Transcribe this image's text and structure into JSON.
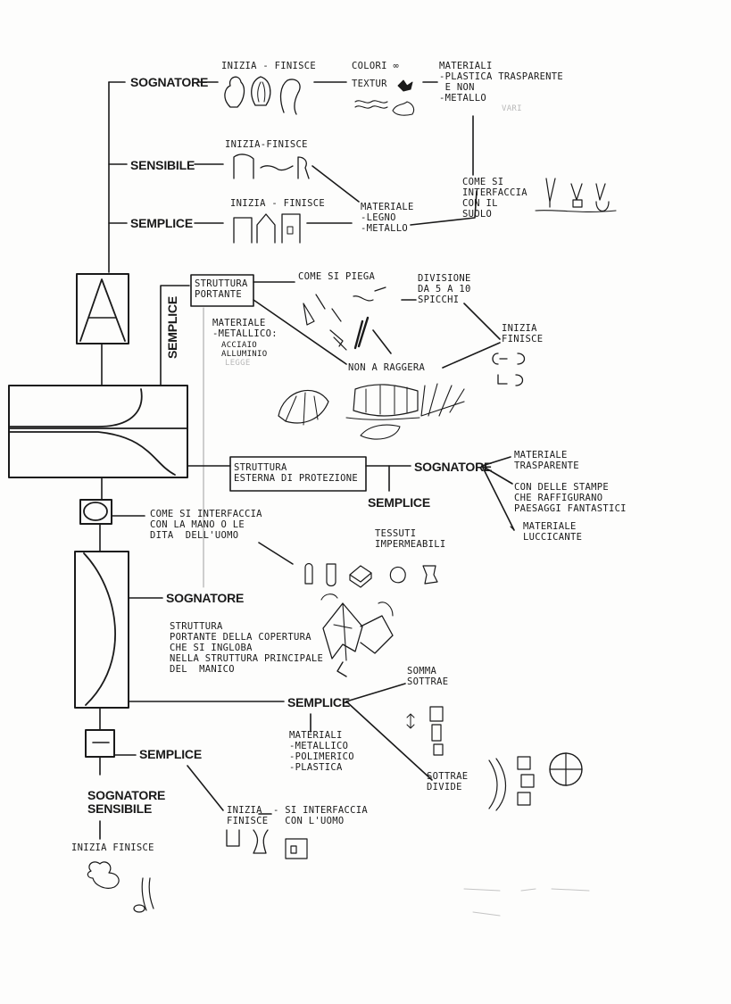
{
  "top_branch": {
    "sognatore": "SOGNATORE",
    "sognatore_inizia": "INIZIA - FINISCE",
    "colori": "COLORI ∞",
    "textur": "TEXTUR",
    "materiali": "MATERIALI\n-PLASTICA TRASPARENTE\n E NON\n-METALLO",
    "materiali_faint": "VARI",
    "sensibile": "SENSIBILE",
    "sensibile_inizia": "INIZIA-FINISCE",
    "semplice": "SEMPLICE",
    "semplice_inizia": "INIZIA - FINISCE",
    "materiale_legno": "MATERIALE\n-LEGNO\n-METALLO",
    "come_si_interfaccia_suolo": "COME SI\nINTERFACCIA\nCON IL\nSUOLO"
  },
  "canopy_branch": {
    "semplice_vertical": "SEMPLICE",
    "struttura_portante": "STRUTTURA\nPORTANTE",
    "come_si_piega": "COME SI PIEGA",
    "divisione": "DIVISIONE\nDA 5 A 10\nSPICCHI",
    "materiale_metallico": "MATERIALE\n-METALLICO:",
    "acciaio_alluminio": "ACCIAIO\nALLUMINIO",
    "faint_note": "LEGGE",
    "inizia_finisce": "INIZIA\nFINISCE",
    "non_a_raggera": "NON A RAGGERA"
  },
  "protection_branch": {
    "struttura_esterna": "STRUTTURA\nESTERNA DI PROTEZIONE",
    "sognatore": "SOGNATORE",
    "materiale_trasparente": "MATERIALE\nTRASPARENTE",
    "con_delle_stampe": "CON DELLE STAMPE\nCHE RAFFIGURANO\nPAESAGGI FANTASTICI",
    "materiale_luccicante": "MATERIALE\nLUCCICANTE",
    "semplice": "SEMPLICE",
    "tessuti": "TESSUTI\nIMPERMEABILI"
  },
  "hand_branch": {
    "come_si_interfaccia_mano": "COME SI INTERFACCIA\nCON LA MANO O LE\nDITA  DELL'UOMO"
  },
  "handle_branch": {
    "sognatore": "SOGNATORE",
    "struttura_portante_copertura": "STRUTTURA\nPORTANTE DELLA COPERTURA\nCHE SI INGLOBA\nNELLA STRUTTURA PRINCIPALE\nDEL  MANICO"
  },
  "lower_branch": {
    "semplice": "SEMPLICE",
    "somma_sottrae": "SOMMA\nSOTTRAE",
    "materiali_list": "MATERIALI\n-METALLICO\n-POLIMERICO\n-PLASTICA",
    "sottrae_divide": "SOTTRAE\nDIVIDE"
  },
  "tip_branch": {
    "semplice": "SEMPLICE",
    "inizia_finisce": "INIZIA\nFINISCE",
    "si_interfaccia": "- SI INTERFACCIA\n  CON L'UOMO",
    "sognatore_sensibile": "SOGNATORE\nSENSIBILE",
    "inizia_finisce_bottom": "INIZIA FINISCE"
  },
  "colors": {
    "ink": "#1a1a1a",
    "pencil": "#a8a8a8",
    "paper": "#fdfdfc"
  }
}
